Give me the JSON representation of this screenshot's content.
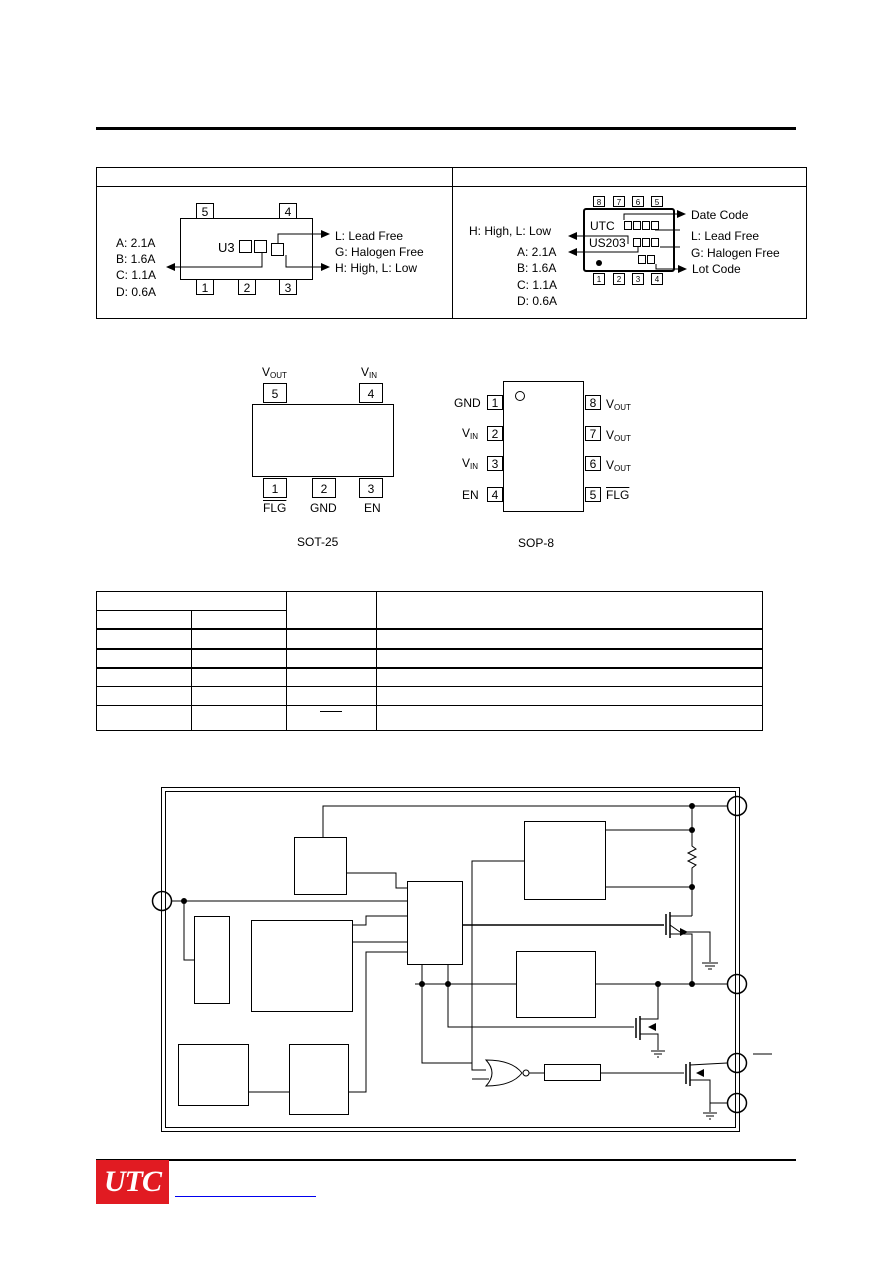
{
  "marking": {
    "sot25": {
      "top_pins": [
        "5",
        "4"
      ],
      "bottom_pins": [
        "1",
        "2",
        "3"
      ],
      "code": "U3",
      "current_options": [
        "A: 2.1A",
        "B: 1.6A",
        "C: 1.1A",
        "D: 0.6A"
      ],
      "notes": [
        "L: Lead Free",
        "G: Halogen Free",
        "H: High, L: Low"
      ]
    },
    "sop8": {
      "top_pins": [
        "8",
        "7",
        "6",
        "5"
      ],
      "bottom_pins": [
        "1",
        "2",
        "3",
        "4"
      ],
      "line1": "UTC",
      "line2": "US203",
      "left_note": "H: High, L: Low",
      "current_options": [
        "A: 2.1A",
        "B: 1.6A",
        "C: 1.1A",
        "D: 0.6A"
      ],
      "right_notes": [
        "Date Code",
        "L: Lead Free",
        "G: Halogen Free",
        "Lot Code"
      ]
    }
  },
  "pinout": {
    "sot25": {
      "name": "SOT-25",
      "top": [
        {
          "num": "5",
          "label": "V",
          "sub": "OUT"
        },
        {
          "num": "4",
          "label": "V",
          "sub": "IN"
        }
      ],
      "bottom": [
        {
          "num": "1",
          "label": "FLG"
        },
        {
          "num": "2",
          "label": "GND"
        },
        {
          "num": "3",
          "label": "EN"
        }
      ]
    },
    "sop8": {
      "name": "SOP-8",
      "left": [
        {
          "num": "1",
          "label": "GND"
        },
        {
          "num": "2",
          "label": "V",
          "sub": "IN"
        },
        {
          "num": "3",
          "label": "V",
          "sub": "IN"
        },
        {
          "num": "4",
          "label": "EN"
        }
      ],
      "right": [
        {
          "num": "8",
          "label": "V",
          "sub": "OUT"
        },
        {
          "num": "7",
          "label": "V",
          "sub": "OUT"
        },
        {
          "num": "6",
          "label": "V",
          "sub": "OUT"
        },
        {
          "num": "5",
          "label": "FLG"
        }
      ]
    }
  }
}
